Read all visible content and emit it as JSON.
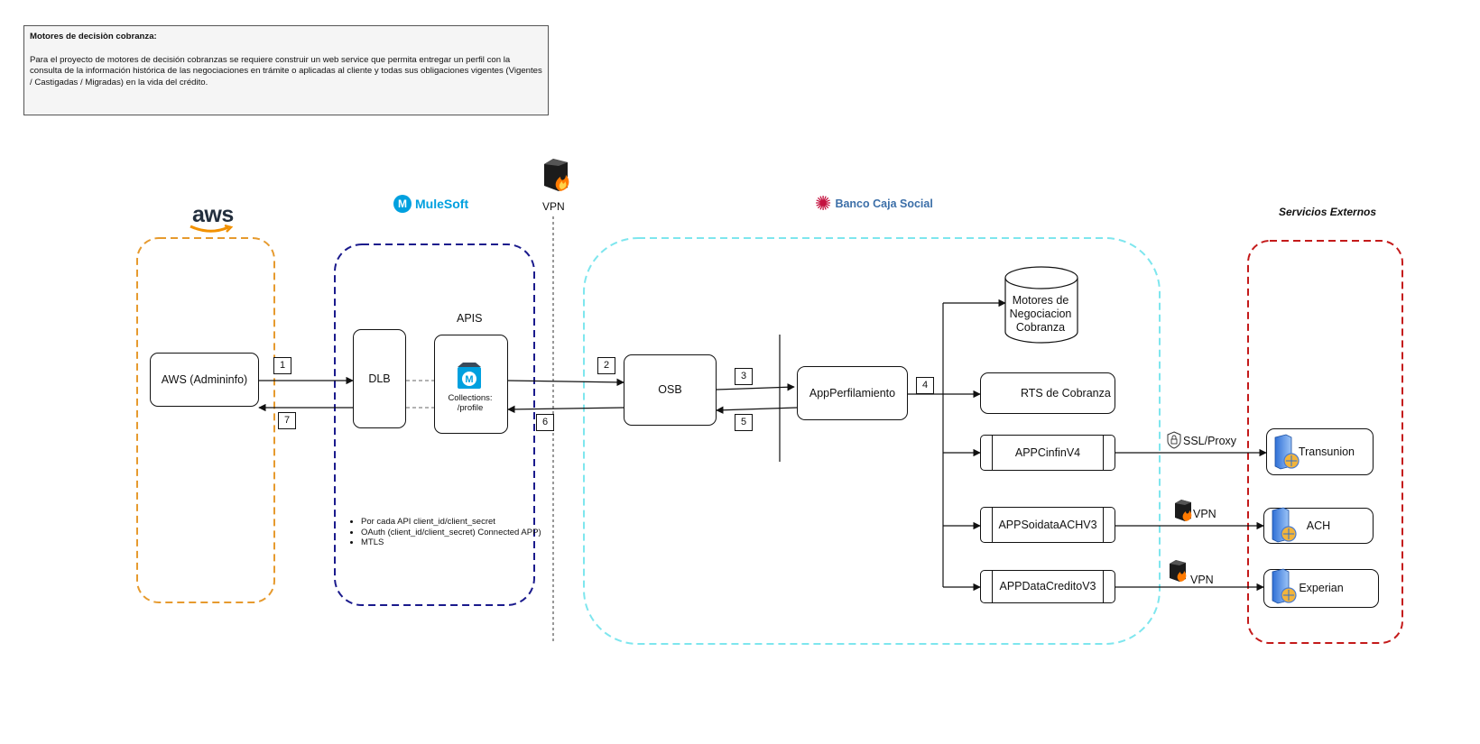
{
  "note": {
    "title": "Motores de decisiòn cobranza:",
    "body": "Para el proyecto de motores de decisión cobranzas se requiere construir un web service que permita entregar un perfil con la consulta de la información histórica de las negociaciones en trámite o aplicadas al cliente y todas sus obligaciones vigentes (Vigentes / Castigadas / Migradas) en la vida del crédito."
  },
  "headers": {
    "aws": "aws",
    "mulesoft": "MuleSoft",
    "vpn": "VPN",
    "bank": "Banco Caja Social",
    "external": "Servicios Externos"
  },
  "nodes": {
    "aws_admininfo": "AWS (Admininfo)",
    "dlb": "DLB",
    "apis_title": "APIS",
    "api_caption": "Collections: /profile",
    "osb": "OSB",
    "app_perfilamiento": "AppPerfilamiento",
    "db_motores": "Motores de Negociacion Cobranza",
    "rts": "RTS de Cobranza",
    "app_cifin": "APPCinfinV4",
    "app_soidata": "APPSoidataACHV3",
    "app_datacredito": "APPDataCreditoV3",
    "transunion": "Transunion",
    "ach": "ACH",
    "experian": "Experian"
  },
  "steps": [
    "1",
    "2",
    "3",
    "4",
    "5",
    "6",
    "7"
  ],
  "links": {
    "ssl_proxy": "SSL/Proxy",
    "vpn_ach": "VPN",
    "vpn_experian": "VPN"
  },
  "mulesoft_bullets": [
    "Por cada API client_id/client_secret",
    "OAuth (client_id/client_secret) Connected APP)",
    "MTLS"
  ],
  "colors": {
    "aws_zone": "#e69a2e",
    "mulesoft_zone": "#1a1a8c",
    "bank_zone": "#7ee6ee",
    "external_zone": "#c41a1a",
    "mulesoft_brand": "#00a0df",
    "bank_brand": "#c4123f"
  },
  "icons": {
    "firewall": "firewall-icon",
    "server": "server-icon",
    "lock": "lock-icon",
    "database": "database-icon",
    "rack": "server-rack-icon"
  }
}
